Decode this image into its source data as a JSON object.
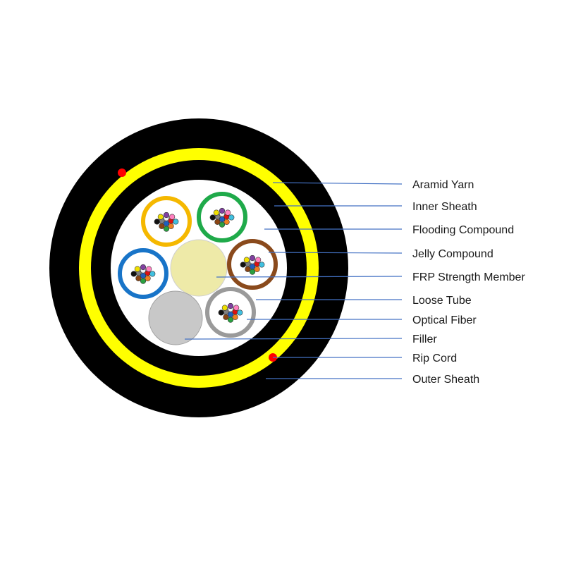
{
  "colors": {
    "outer_sheath": "#000000",
    "aramid_yarn": "#ffff00",
    "inner_sheath": "#000000",
    "core": "#ffffff",
    "frp": "#eeeaa8",
    "filler": "#c8c8c8",
    "rip_cord": "#ff0000",
    "leader_line": "#4472c4"
  },
  "tubes": [
    {
      "color": "#f5b800"
    },
    {
      "color": "#1faa4a"
    },
    {
      "color": "#8a4a1c"
    },
    {
      "color": "#1874c8"
    },
    {
      "color": "#9a9a9a"
    }
  ],
  "fiber_colors": [
    "#1f5fbf",
    "#f08020",
    "#2aa040",
    "#8b4513",
    "#808080",
    "#f0f0f0",
    "#e01010",
    "#111111",
    "#f0e000",
    "#8040a0",
    "#ff80c0",
    "#40c0e0"
  ],
  "labels": [
    {
      "name": "aramid-yarn",
      "text": "Aramid Yarn"
    },
    {
      "name": "inner-sheath",
      "text": "Inner Sheath"
    },
    {
      "name": "flooding-compound",
      "text": "Flooding Compound"
    },
    {
      "name": "jelly-compound",
      "text": "Jelly Compound"
    },
    {
      "name": "frp-strength-member",
      "text": "FRP Strength Member"
    },
    {
      "name": "loose-tube",
      "text": "Loose Tube"
    },
    {
      "name": "optical-fiber",
      "text": "Optical Fiber"
    },
    {
      "name": "filler",
      "text": "Filler"
    },
    {
      "name": "rip-cord",
      "text": "Rip Cord"
    },
    {
      "name": "outer-sheath",
      "text": "Outer Sheath"
    }
  ]
}
